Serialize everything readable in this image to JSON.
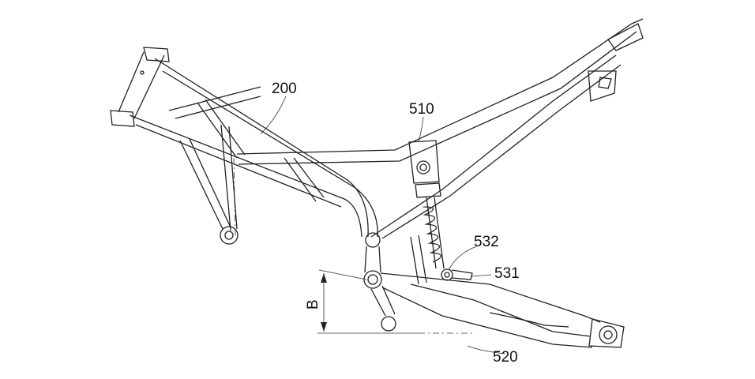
{
  "figure": {
    "labels": {
      "frame": "200",
      "shock_absorber": "510",
      "mount_upper": "532",
      "mount_lower": "531",
      "swingarm": "520",
      "dimension": "B"
    }
  }
}
